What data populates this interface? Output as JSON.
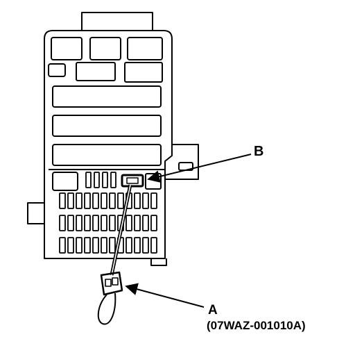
{
  "callouts": {
    "a": {
      "letter": "A",
      "part_number": "(07WAZ-001010A)"
    },
    "b": {
      "letter": "B"
    }
  },
  "colors": {
    "ink": "#000000",
    "paper": "#ffffff"
  }
}
